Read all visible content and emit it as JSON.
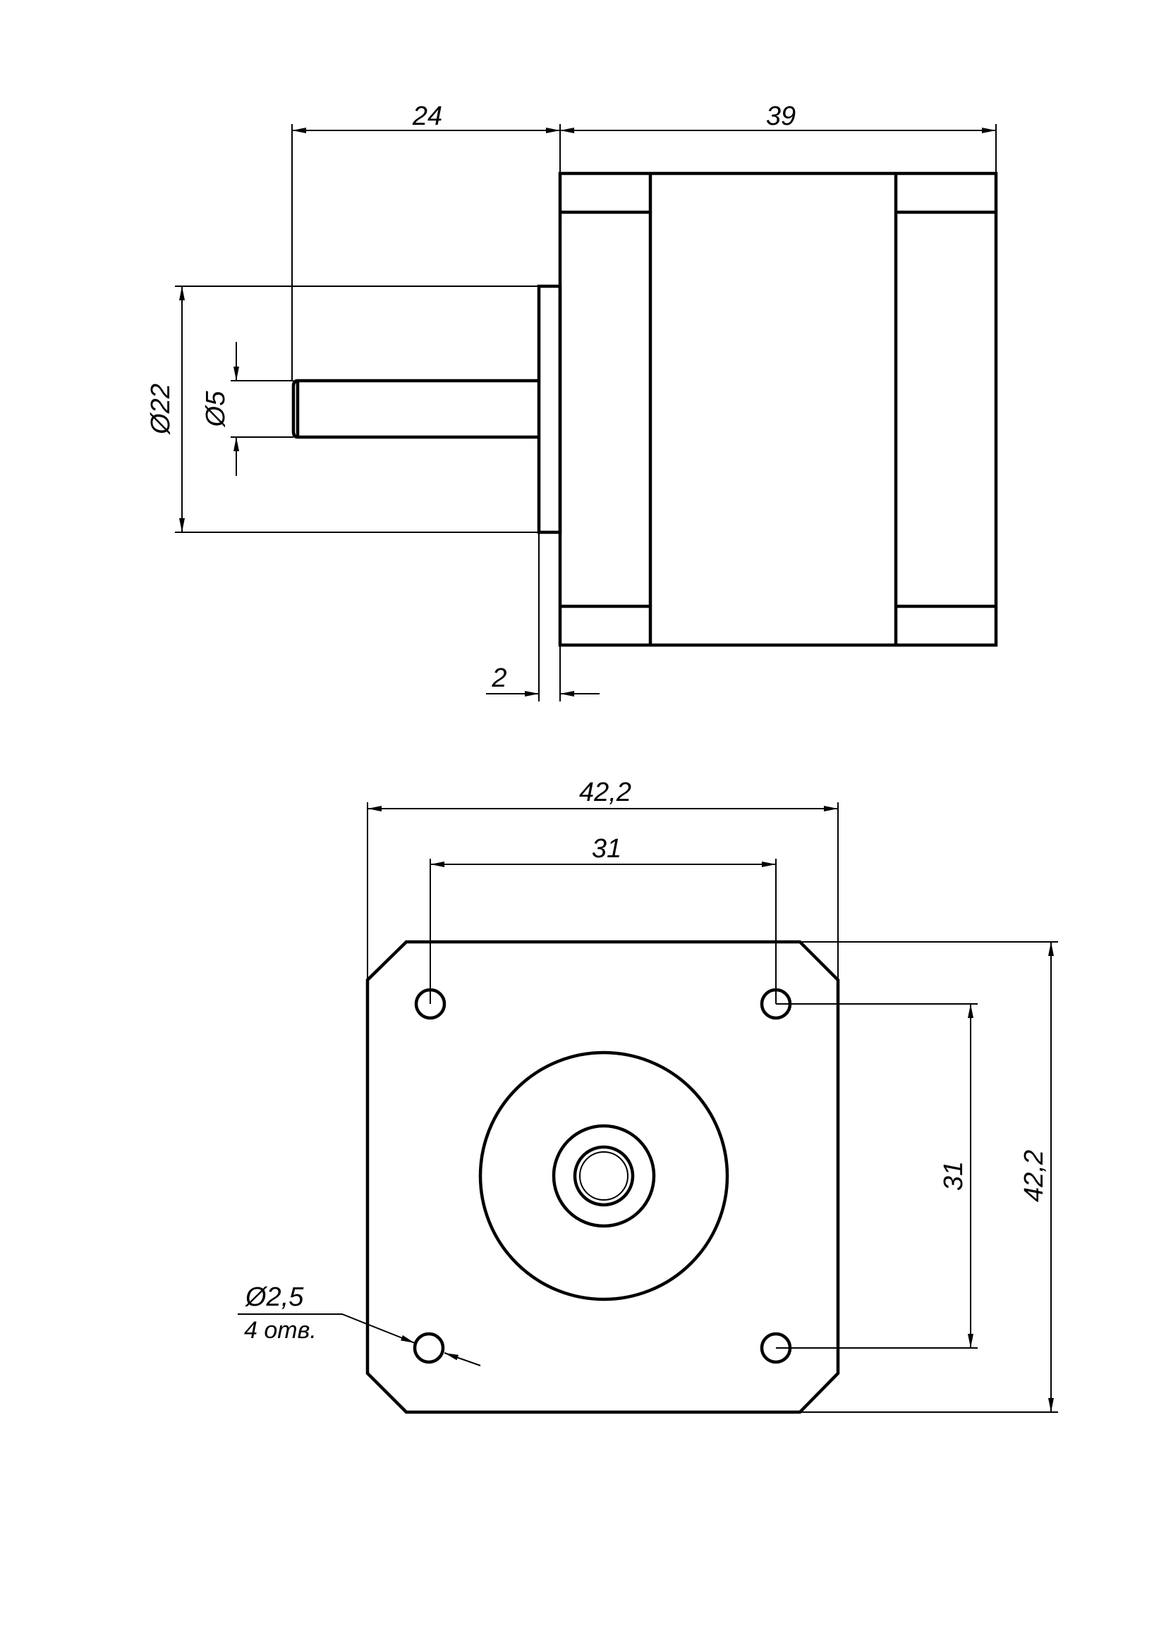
{
  "side_view": {
    "dim_shaft_length": "24",
    "dim_body_length": "39",
    "dim_flange_diameter": "Ø22",
    "dim_shaft_diameter": "Ø5",
    "dim_flange_thickness": "2"
  },
  "front_view": {
    "dim_width": "42,2",
    "dim_hole_spacing_horizontal": "31",
    "dim_hole_spacing_vertical": "31",
    "dim_height": "42,2",
    "hole_diameter": "Ø2,5",
    "hole_count": "4 отв."
  },
  "colors": {
    "line": "#000000",
    "background": "#ffffff"
  }
}
